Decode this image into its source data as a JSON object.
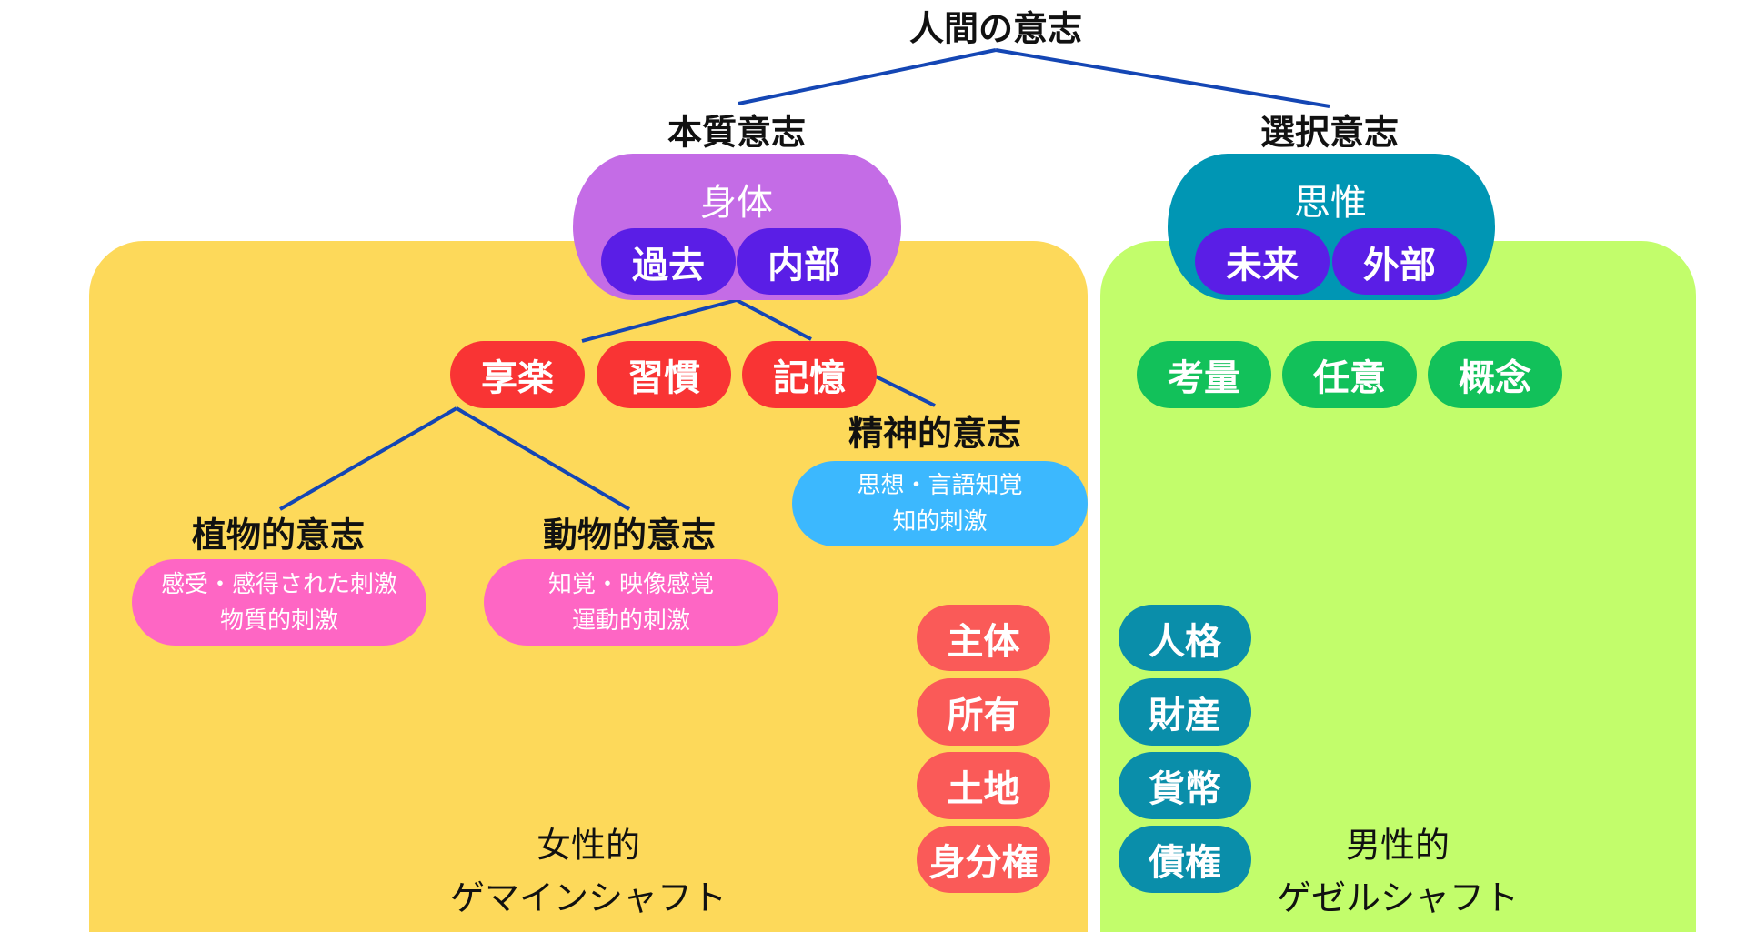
{
  "title": "人間の意志",
  "colors": {
    "yellow_panel": "#fdd95a",
    "green_panel": "#c2fd6b",
    "purple_blob": "#c46ce6",
    "teal_blob": "#0096b4",
    "violet_pill": "#5a1ee6",
    "red_pill": "#f93434",
    "salmon_pill": "#fa5a58",
    "teal_pill": "#0a8eaa",
    "green_pill": "#12c15a",
    "blue_box": "#3cb8fe",
    "pink_box": "#fe66c4",
    "line": "#1446b4"
  },
  "left": {
    "heading": "本質意志",
    "blob_title": "身体",
    "blob_pills": [
      "過去",
      "内部"
    ],
    "red_pills": [
      "享楽",
      "習慣",
      "記憶"
    ],
    "spiritual": {
      "heading": "精神的意志",
      "line1": "思想・言語知覚",
      "line2": "知的刺激"
    },
    "plant": {
      "heading": "植物的意志",
      "line1": "感受・感得された刺激",
      "line2": "物質的刺激"
    },
    "animal": {
      "heading": "動物的意志",
      "line1": "知覚・映像感覚",
      "line2": "運動的刺激"
    },
    "column_pills": [
      "主体",
      "所有",
      "土地",
      "身分権"
    ],
    "footer1": "女性的",
    "footer2": "ゲマインシャフト"
  },
  "right": {
    "heading": "選択意志",
    "blob_title": "思惟",
    "blob_pills": [
      "未来",
      "外部"
    ],
    "green_pills": [
      "考量",
      "任意",
      "概念"
    ],
    "column_pills": [
      "人格",
      "財産",
      "貨幣",
      "債権"
    ],
    "footer1": "男性的",
    "footer2": "ゲゼルシャフト"
  }
}
